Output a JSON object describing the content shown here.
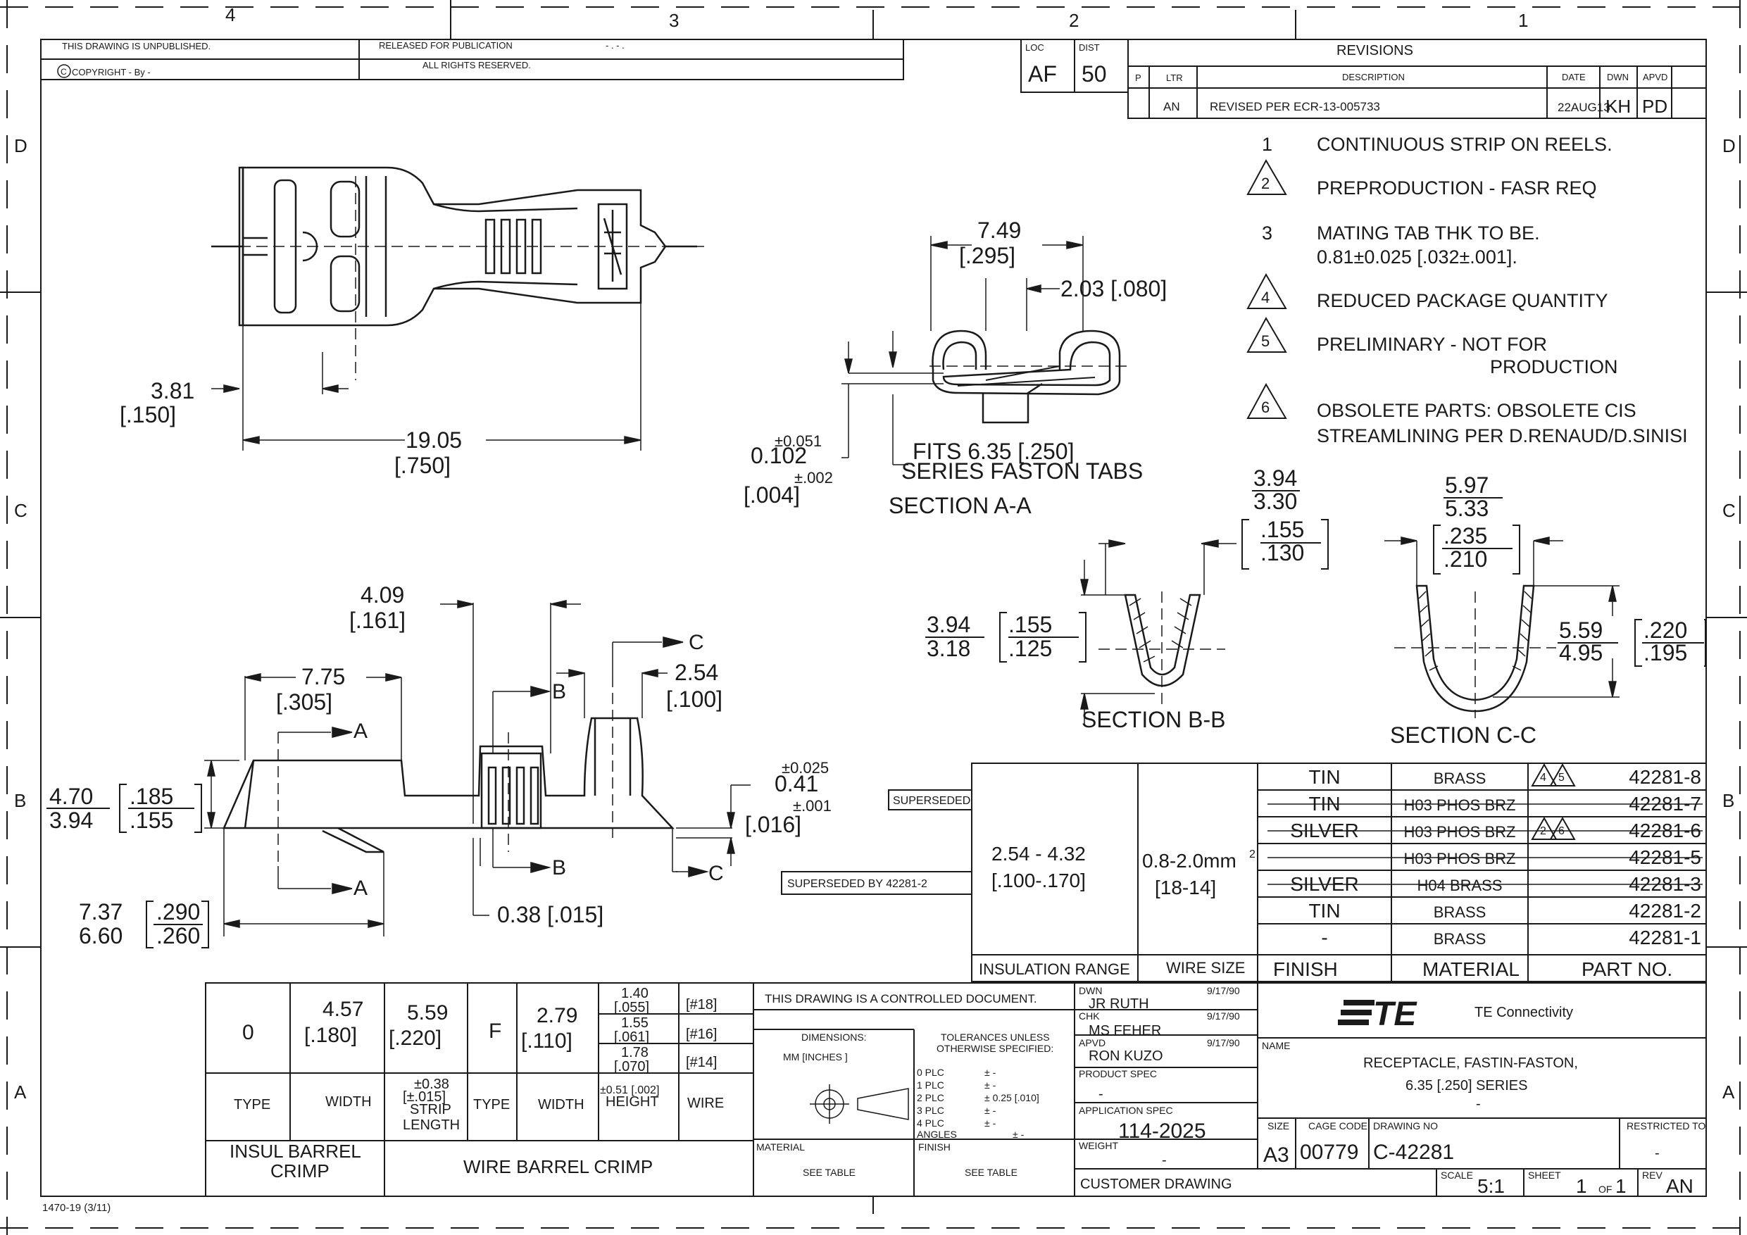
{
  "zones": {
    "top": [
      "4",
      "3",
      "2",
      "1"
    ],
    "bottom": [],
    "left": [
      "D",
      "C",
      "B",
      "A"
    ],
    "right": [
      "D",
      "C",
      "B",
      "A"
    ]
  },
  "header": {
    "unpublished": "THIS DRAWING IS UNPUBLISHED.",
    "released": "RELEASED FOR PUBLICATION",
    "release_date": "- . -   .",
    "copyright_symbol": "C",
    "copyright": "COPYRIGHT  -     By  -",
    "rights": "ALL RIGHTS RESERVED.",
    "loc_label": "LOC",
    "loc_value": "AF",
    "dist_label": "DIST",
    "dist_value": "50"
  },
  "revisions": {
    "title": "REVISIONS",
    "col_p": "P",
    "col_ltr": "LTR",
    "col_desc": "DESCRIPTION",
    "col_date": "DATE",
    "col_dwn": "DWN",
    "col_apvd": "APVD",
    "rows": [
      {
        "ltr": "AN",
        "desc": "REVISED PER ECR-13-005733",
        "date": "22AUG13",
        "dwn": "KH",
        "apvd": "PD"
      }
    ]
  },
  "notes": [
    {
      "num": "1",
      "tri": false,
      "text": "CONTINUOUS STRIP ON REELS."
    },
    {
      "num": "2",
      "tri": true,
      "text": "PREPRODUCTION - FASR REQ"
    },
    {
      "num": "3",
      "tri": false,
      "text": "MATING TAB THK TO BE.",
      "text2": "0.81±0.025 [.032±.001]."
    },
    {
      "num": "4",
      "tri": true,
      "text": "REDUCED PACKAGE QUANTITY"
    },
    {
      "num": "5",
      "tri": true,
      "text": "PRELIMINARY - NOT FOR",
      "text2": "PRODUCTION"
    },
    {
      "num": "6",
      "tri": true,
      "text": "OBSOLETE PARTS: OBSOLETE CIS",
      "text2": "STREAMLINING PER D.RENAUD/D.SINISI"
    }
  ],
  "top_view": {
    "d1": "3.81",
    "d1i": "[.150]",
    "d2": "19.05",
    "d2i": "[.750]"
  },
  "section_aa": {
    "title": "SECTION A-A",
    "w": "7.49",
    "wi": "[.295]",
    "gap": "2.03 [.080]",
    "tol": "±0.051",
    "thk": "0.102",
    "tol_i": "±.002",
    "thk_i": "[.004]",
    "fits1": "FITS 6.35 [.250]",
    "fits2": "SERIES FASTON TABS"
  },
  "section_bb": {
    "title": "SECTION B-B",
    "top1": "3.94",
    "top2": "3.30",
    "top1i": ".155",
    "top2i": ".130",
    "h1": "3.94",
    "h2": "3.18",
    "h1i": ".155",
    "h2i": ".125"
  },
  "section_cc": {
    "title": "SECTION C-C",
    "top1": "5.97",
    "top2": "5.33",
    "top1i": ".235",
    "top2i": ".210",
    "h1": "5.59",
    "h2": "4.95",
    "h1i": ".220",
    "h2i": ".195"
  },
  "side_view": {
    "a": "A",
    "b": "B",
    "c": "C",
    "d409": "4.09",
    "d409i": "[.161]",
    "d775": "7.75",
    "d775i": "[.305]",
    "d254": "2.54",
    "d254i": "[.100]",
    "h1": "4.70",
    "h2": "3.94",
    "h1i": ".185",
    "h2i": ".155",
    "t_tol": "±0.025",
    "t": "0.41",
    "t_tol_i": "±.001",
    "t_i": "[.016]",
    "l1": "7.37",
    "l2": "6.60",
    "l1i": ".290",
    "l2i": ".260",
    "d038": "0.38 [.015]"
  },
  "parts_table": {
    "superseded": "SUPERSEDED",
    "superseded_by": "SUPERSEDED BY 42281-2",
    "ins_range": "2.54 - 4.32",
    "ins_range_i": "[.100-.170]",
    "wire_size": "0.8-2.0mm",
    "wire_sup": "2",
    "wire_awg": "[18-14]",
    "headers": {
      "ins": "INSULATION RANGE",
      "wire": "WIRE SIZE",
      "finish": "FINISH",
      "material": "MATERIAL",
      "part": "PART NO."
    },
    "rows": [
      {
        "finish": "TIN",
        "material": "BRASS",
        "part": "42281-8",
        "flags": [
          "4",
          "5"
        ],
        "strike": false
      },
      {
        "finish": "TIN",
        "material": "H03 PHOS BRZ",
        "part": "42281-7",
        "flags": [],
        "strike": true
      },
      {
        "finish": "SILVER",
        "material": "H03 PHOS BRZ",
        "part": "42281-6",
        "flags": [
          "2",
          "6"
        ],
        "strike": true
      },
      {
        "finish": "",
        "material": "H03 PHOS BRZ",
        "part": "42281-5",
        "flags": [],
        "strike": true
      },
      {
        "finish": "SILVER",
        "material": "H04 BRASS",
        "part": "42281-3",
        "flags": [],
        "strike": true
      },
      {
        "finish": "TIN",
        "material": "BRASS",
        "part": "42281-2",
        "flags": [],
        "strike": false
      },
      {
        "finish": "-",
        "material": "BRASS",
        "part": "42281-1",
        "flags": [],
        "strike": false
      }
    ]
  },
  "crimp_table": {
    "type0": "0",
    "w1": "4.57",
    "w1i": "[.180]",
    "sl": "5.59",
    "sli": "[.220]",
    "typeF": "F",
    "w2": "2.79",
    "w2i": "[.110]",
    "heights": [
      {
        "mm": "1.40",
        "in": "[.055]",
        "awg": "[#18]"
      },
      {
        "mm": "1.55",
        "in": "[.061]",
        "awg": "[#16]"
      },
      {
        "mm": "1.78",
        "in": "[.070]",
        "awg": "[#14]"
      }
    ],
    "h_type": "TYPE",
    "h_width": "WIDTH",
    "h_sl_tol": "±0.38",
    "h_sl_tol_i": "[±.015]",
    "h_strip": "STRIP",
    "h_length": "LENGTH",
    "h_type2": "TYPE",
    "h_width2": "WIDTH",
    "h_height_tol": "±0.51 [.002]",
    "h_height": "HEIGHT",
    "h_wire": "WIRE",
    "insul1": "INSUL BARREL",
    "insul2": "CRIMP",
    "wire_crimp": "WIRE BARREL CRIMP"
  },
  "title_block": {
    "controlled": "THIS DRAWING IS A CONTROLLED DOCUMENT.",
    "dims": "DIMENSIONS:",
    "units": "MM [INCHES ]",
    "tol1": "TOLERANCES UNLESS",
    "tol2": "OTHERWISE SPECIFIED:",
    "plc": [
      "0 PLC",
      "1 PLC",
      "2 PLC",
      "3 PLC",
      "4 PLC",
      "ANGLES"
    ],
    "plcv": [
      "±  -",
      "±  -",
      "± 0.25 [.010]",
      "±  -",
      "±  -",
      "± -"
    ],
    "material_l": "MATERIAL",
    "material_v": "SEE TABLE",
    "finish_l": "FINISH",
    "finish_v": "SEE TABLE",
    "dwn_l": "DWN",
    "dwn_v": "JR RUTH",
    "dwn_d": "9/17/90",
    "chk_l": "CHK",
    "chk_v": "MS FEHER",
    "chk_d": "9/17/90",
    "apvd_l": "APVD",
    "apvd_v": "RON KUZO",
    "apvd_d": "9/17/90",
    "pspec_l": "PRODUCT SPEC",
    "pspec_v": "-",
    "aspec_l": "APPLICATION SPEC",
    "aspec_v": "114-2025",
    "weight_l": "WEIGHT",
    "weight_v": "-",
    "customer": "CUSTOMER DRAWING",
    "company": "TE Connectivity",
    "name_l": "NAME",
    "name1": "RECEPTACLE, FASTIN-FASTON,",
    "name2": "6.35 [.250] SERIES",
    "name3": "-",
    "size_l": "SIZE",
    "size_v": "A3",
    "cage_l": "CAGE CODE",
    "cage_v": "00779",
    "dno_l": "DRAWING NO",
    "dno_v": "C-42281",
    "restr_l": "RESTRICTED TO",
    "restr_v": "-",
    "scale_l": "SCALE",
    "scale_v": "5:1",
    "sheet_l": "SHEET",
    "sheet_v": "1",
    "of": "OF",
    "sheet_t": "1",
    "rev_l": "REV",
    "rev_v": "AN"
  },
  "footer": "1470-19  (3/11)",
  "logo_text": "TE"
}
